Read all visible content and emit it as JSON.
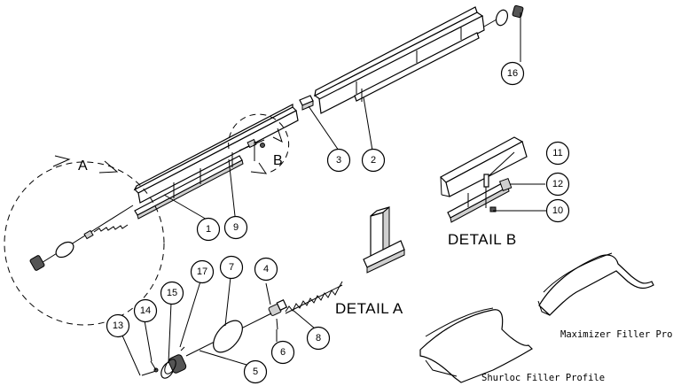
{
  "callouts": [
    "1",
    "2",
    "3",
    "4",
    "5",
    "6",
    "7",
    "8",
    "9",
    "10",
    "11",
    "12",
    "13",
    "14",
    "15",
    "16",
    "17"
  ],
  "view_markers": {
    "a": "A",
    "b": "B"
  },
  "details": {
    "a": "DETAIL  A",
    "b": "DETAIL  B"
  },
  "profiles": {
    "maximizer": "Maximizer Filler Profile",
    "shurloc": "Shurloc Filler Profile"
  }
}
